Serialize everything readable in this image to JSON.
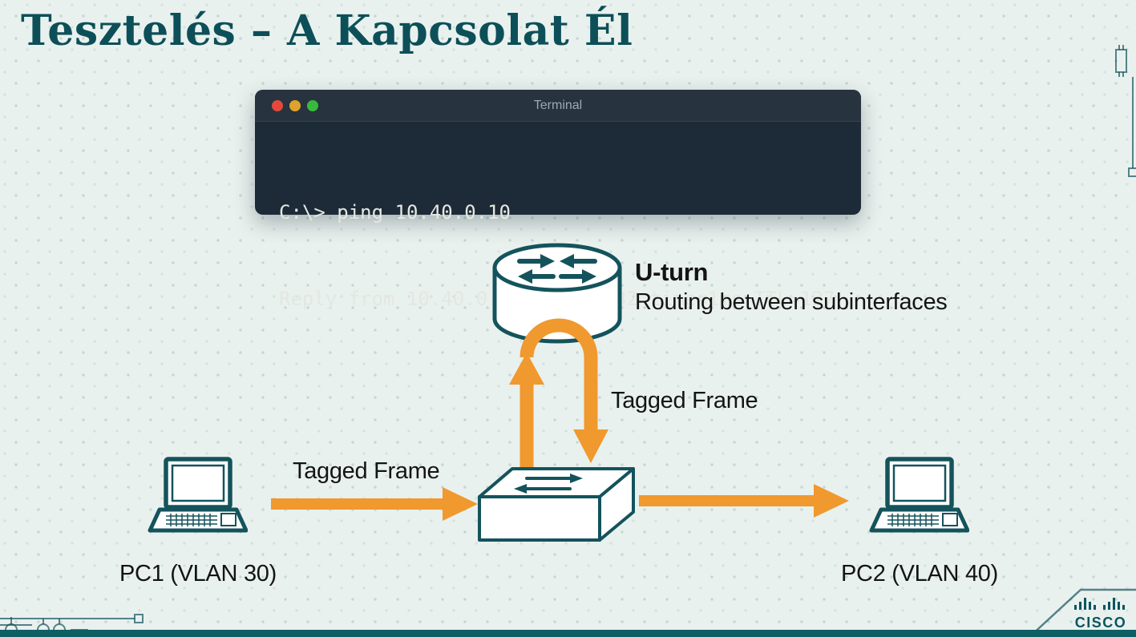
{
  "slide": {
    "title": "Tesztelés – A Kapcsolat Él"
  },
  "terminal": {
    "title": "Terminal",
    "lines": [
      "C:\\> ping 10.40.0.10",
      "Reply from 10.40.0.10: bytes=32 time<1ms TTL=127"
    ]
  },
  "router": {
    "annotation_title": "U-turn",
    "annotation_subtitle": "Routing between subinterfaces"
  },
  "arrows": {
    "pc1_to_switch_label": "Tagged Frame",
    "switch_to_router_label": "Tagged Frame"
  },
  "devices": {
    "pc1_label": "PC1 (VLAN 30)",
    "pc2_label": "PC2 (VLAN 40)"
  },
  "branding": {
    "logo_text": "CISCO"
  },
  "colors": {
    "bg": "#e9f1ee",
    "ink": "#14535c",
    "ink_dark": "#0d4f58",
    "text": "#141414",
    "arrow": "#f0992e",
    "terminal_bg": "#1d2a38",
    "terminal_titlebar": "#27333f",
    "terminal_text": "#e4e7e1",
    "cisco": "#0b5560"
  }
}
